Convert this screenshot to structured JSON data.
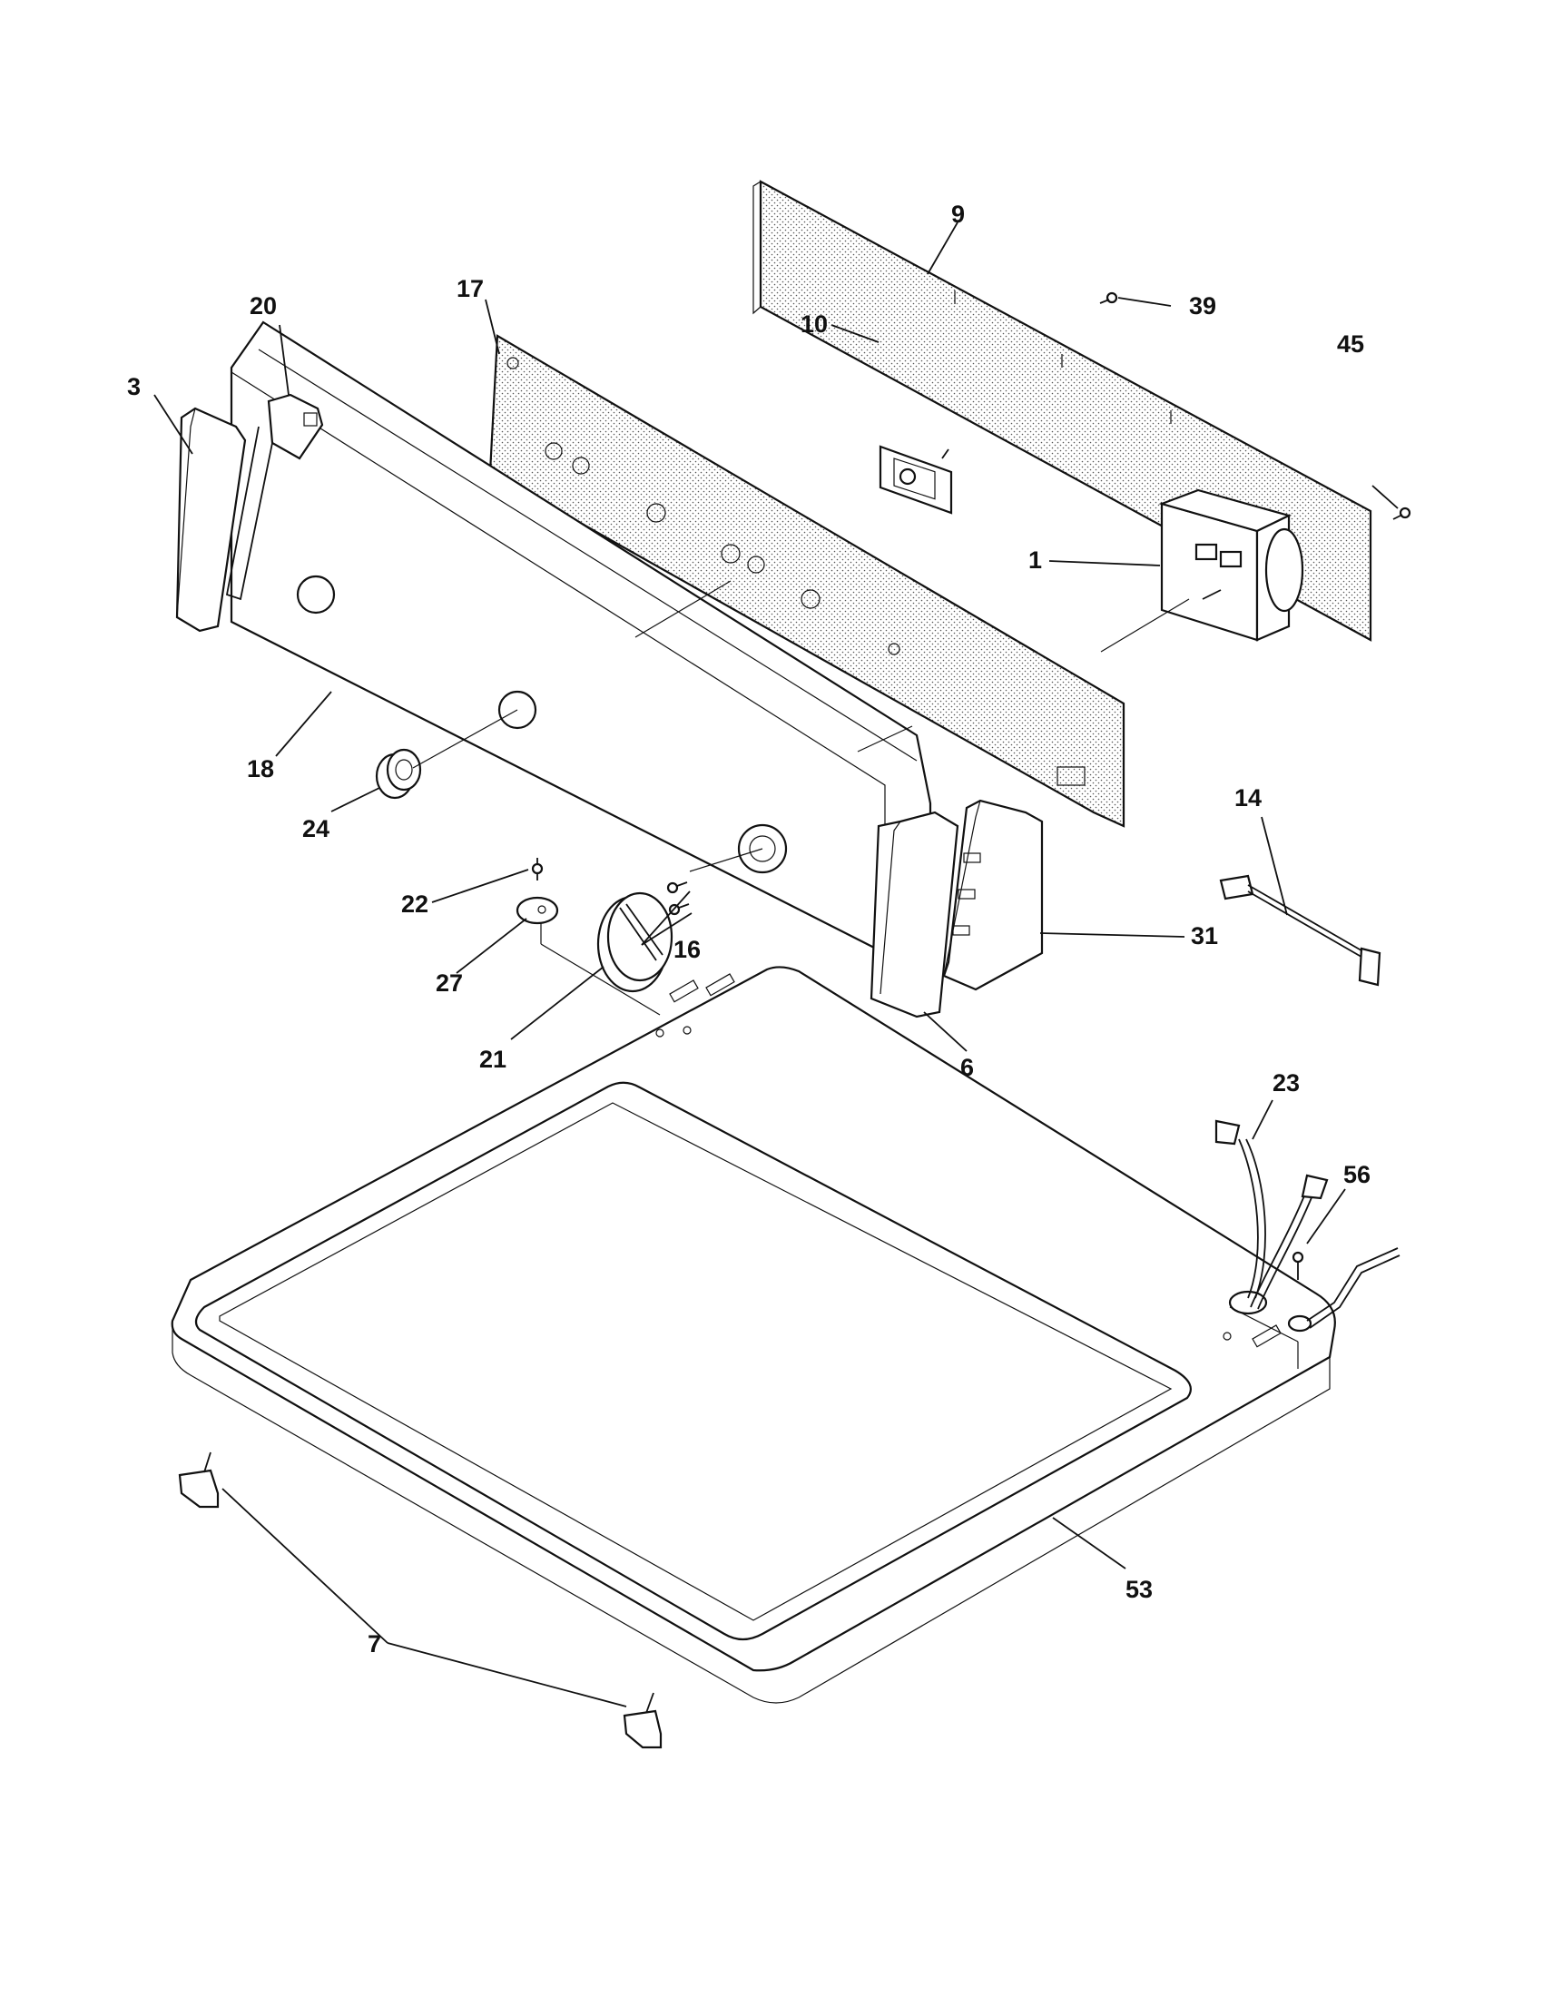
{
  "diagram": {
    "callouts": [
      {
        "id": "c1",
        "text": "1"
      },
      {
        "id": "c3",
        "text": "3"
      },
      {
        "id": "c6",
        "text": "6"
      },
      {
        "id": "c7",
        "text": "7"
      },
      {
        "id": "c9",
        "text": "9"
      },
      {
        "id": "c10",
        "text": "10"
      },
      {
        "id": "c14",
        "text": "14"
      },
      {
        "id": "c16",
        "text": "16"
      },
      {
        "id": "c17",
        "text": "17"
      },
      {
        "id": "c18",
        "text": "18"
      },
      {
        "id": "c20",
        "text": "20"
      },
      {
        "id": "c21",
        "text": "21"
      },
      {
        "id": "c22",
        "text": "22"
      },
      {
        "id": "c23",
        "text": "23"
      },
      {
        "id": "c24",
        "text": "24"
      },
      {
        "id": "c27",
        "text": "27"
      },
      {
        "id": "c31",
        "text": "31"
      },
      {
        "id": "c39",
        "text": "39"
      },
      {
        "id": "c45",
        "text": "45"
      },
      {
        "id": "c53",
        "text": "53"
      },
      {
        "id": "c56",
        "text": "56"
      }
    ]
  }
}
